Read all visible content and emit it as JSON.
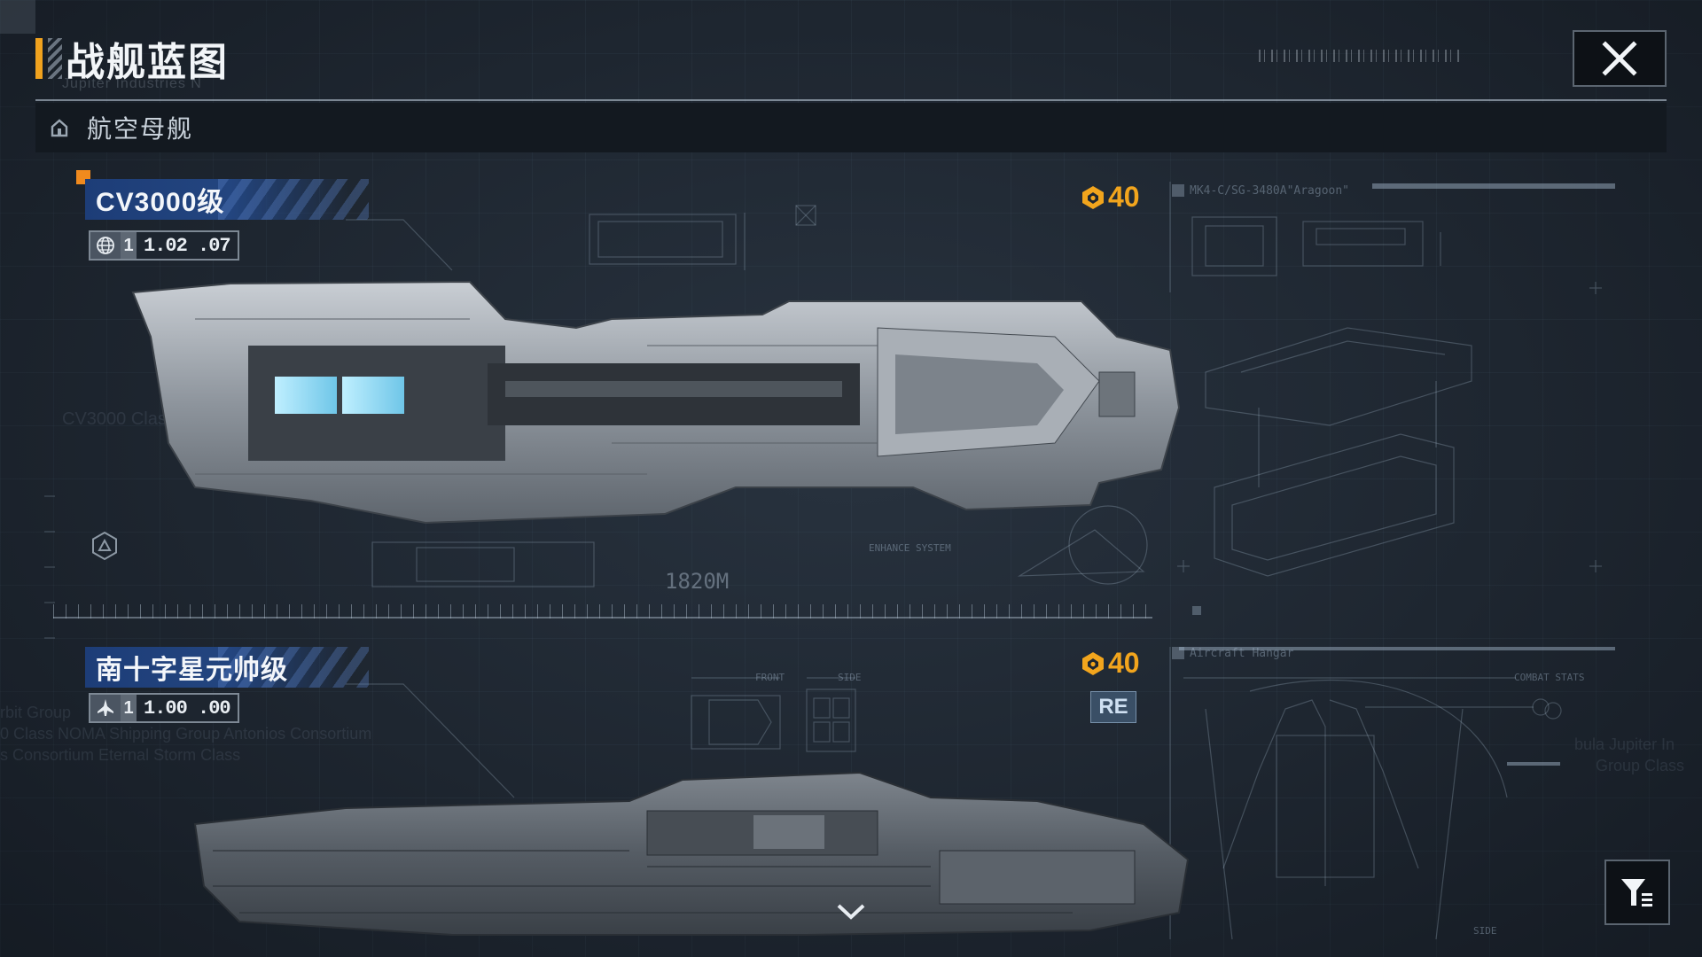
{
  "header": {
    "title": "战舰蓝图",
    "subtitle": "Jupiter Industries   N"
  },
  "category": {
    "label": "航空母舰"
  },
  "ships": [
    {
      "name": "CV3000级",
      "tier": "1",
      "id_number": "1.02 .07",
      "cost": "40",
      "length": "1820M",
      "watermark": "CV3000 Class  NOMA  Sh",
      "blueprint_code": "MK4-C/SG-3480A\"Aragoon\"",
      "system_label": "ENHANCE SYSTEM"
    },
    {
      "name": "南十字星元帅级",
      "tier": "1",
      "id_number": "1.00 .00",
      "cost": "40",
      "badge": "RE",
      "blueprint_code": "Aircraft Hangar",
      "stats_label": "COMBAT STATS",
      "view_front": "FRONT",
      "view_side": "SIDE",
      "side_label": "SIDE",
      "watermark_lines": [
        "rbit Group",
        "0 Class  NOMA Shipping Group  Antonios Consortium",
        "s Consortium  Eternal Storm Class"
      ],
      "watermark_right": "bula  Jupiter In",
      "watermark_right2": "Group  Class"
    }
  ],
  "icons": {
    "close": "close-x-icon",
    "home": "home-icon",
    "filter": "filter-icon",
    "cost": "credit-hexagon-icon",
    "scroll": "chevron-down-icon"
  },
  "colors": {
    "accent": "#f2a51d",
    "name_plate": "#23457f",
    "background": "#1e2630"
  }
}
